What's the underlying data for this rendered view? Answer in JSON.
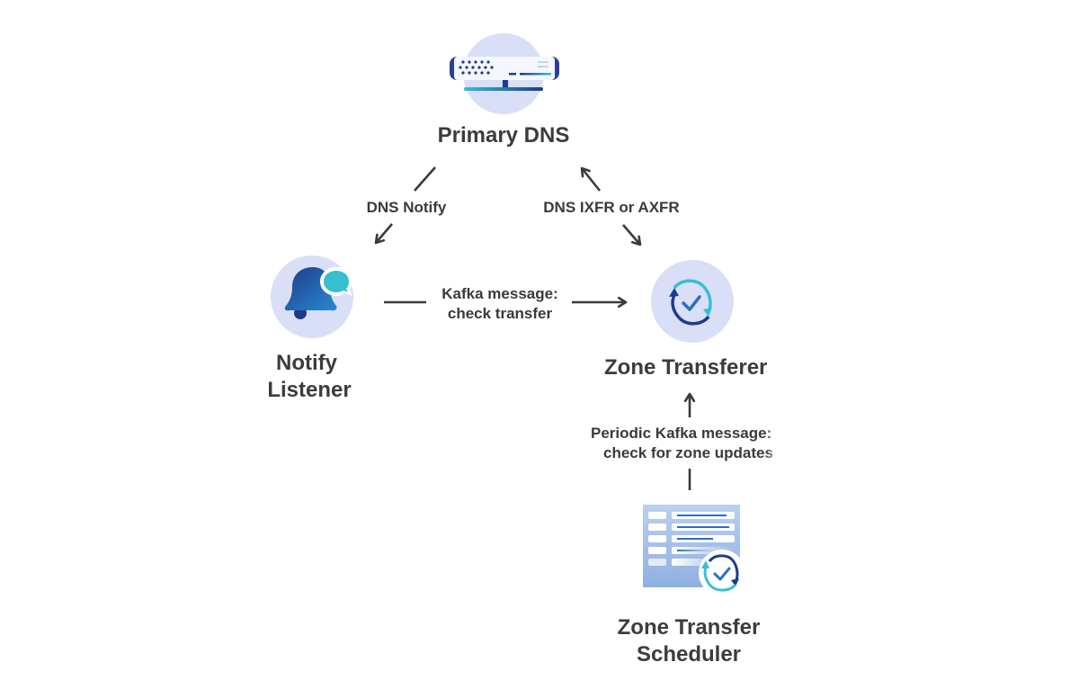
{
  "diagram": {
    "nodes": {
      "primary_dns": {
        "label": "Primary DNS",
        "icon": "server-icon"
      },
      "notify_listener": {
        "label_line1": "Notify",
        "label_line2": "Listener",
        "icon": "bell-chat-icon"
      },
      "zone_transferer": {
        "label": "Zone Transferer",
        "icon": "sync-check-icon"
      },
      "zone_transfer_scheduler": {
        "label_line1": "Zone Transfer",
        "label_line2": "Scheduler",
        "icon": "schedule-table-sync-icon"
      }
    },
    "edges": {
      "dns_notify": {
        "label": "DNS Notify",
        "from": "Primary DNS",
        "to": "Notify Listener"
      },
      "dns_ixfr_axfr": {
        "label": "DNS IXFR or AXFR",
        "from": "Zone Transferer",
        "to": "Primary DNS",
        "bidirectional": true
      },
      "kafka_check_transfer": {
        "label_line1": "Kafka message:",
        "label_line2": "check transfer",
        "from": "Notify Listener",
        "to": "Zone Transferer"
      },
      "periodic_kafka": {
        "label_line1": "Periodic Kafka message:",
        "label_line2": "check for zone updates",
        "from": "Zone Transfer Scheduler",
        "to": "Zone Transferer"
      }
    },
    "colors": {
      "circle_bg": "#d8dff7",
      "dark_blue": "#1e3a8a",
      "mid_blue": "#2a6fc2",
      "teal": "#38bfd0",
      "text": "#3a3a3a"
    }
  }
}
